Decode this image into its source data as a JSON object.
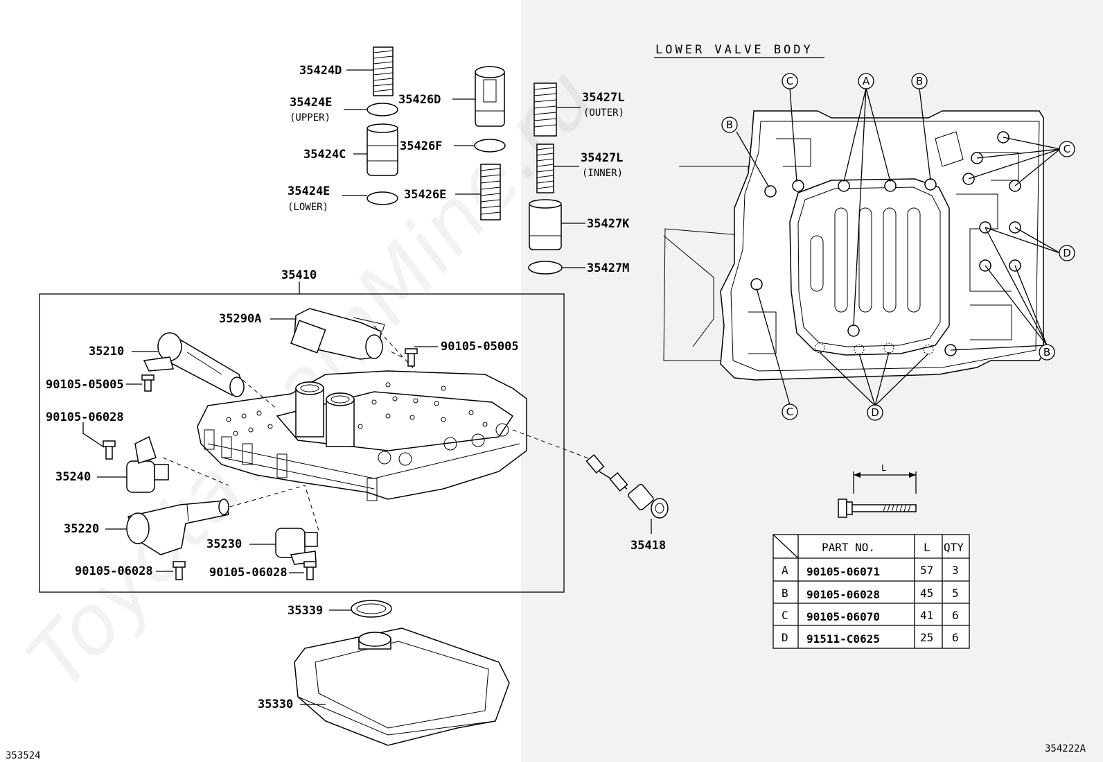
{
  "labels": {
    "p35424D": "35424D",
    "p35424E_upper": "35424E",
    "upper": "(UPPER)",
    "p35426D": "35426D",
    "p35424C": "35424C",
    "p35426F": "35426F",
    "p35424E_lower": "35424E",
    "lower": "(LOWER)",
    "p35426E": "35426E",
    "p35427L_outer": "35427L",
    "outer": "(OUTER)",
    "p35427L_inner": "35427L",
    "inner": "(INNER)",
    "p35427K": "35427K",
    "p35427M": "35427M",
    "p35410": "35410",
    "p35290A": "35290A",
    "p35210": "35210",
    "b9010505005_right": "90105-05005",
    "b9010505005_left": "90105-05005",
    "b9010506028_top": "90105-06028",
    "p35240": "35240",
    "p35220": "35220",
    "p35230": "35230",
    "b9010506028_bl": "90105-06028",
    "b9010506028_bm": "90105-06028",
    "p35418": "35418",
    "p35339": "35339",
    "p35330": "35330"
  },
  "lower_valve_body_title": "LOWER VALVE BODY",
  "callouts": {
    "A": "A",
    "B": "B",
    "C": "C",
    "D": "D"
  },
  "bolt_dim_label": "L",
  "bolt_table": {
    "headers": [
      "PART NO.",
      "L",
      "QTY"
    ],
    "rows": [
      {
        "key": "A",
        "part": "90105-06071",
        "L": "57",
        "qty": "3"
      },
      {
        "key": "B",
        "part": "90105-06028",
        "L": "45",
        "qty": "5"
      },
      {
        "key": "C",
        "part": "90105-06070",
        "L": "41",
        "qty": "6"
      },
      {
        "key": "D",
        "part": "91511-C0625",
        "L": "25",
        "qty": "6"
      }
    ]
  },
  "figure_ids": {
    "left": "353524",
    "right": "354222A"
  },
  "watermark": "ToyotaTeamMine.ru"
}
